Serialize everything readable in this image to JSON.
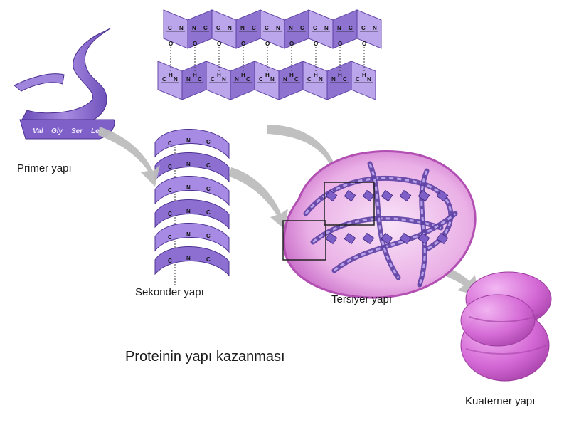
{
  "diagram": {
    "caption": "Proteinin yapı kazanması",
    "labels": {
      "primary": "Primer yapı",
      "secondary": "Sekonder yapı",
      "tertiary": "Tersiyer yapı",
      "quaternary": "Kuaterner yapı"
    },
    "amino_acids": [
      "Val",
      "Gly",
      "Ser",
      "Leu"
    ],
    "atoms": {
      "carbon": "C",
      "nitrogen": "N",
      "hydrogen": "H",
      "oxygen": "O"
    },
    "colors": {
      "ribbon": "#8f6fd0",
      "ribbon_dark": "#5b3fa3",
      "ribbon_light": "#c3aef0",
      "envelope": "#e49be0",
      "envelope_edge": "#b24fb2",
      "quaternary": "#cf5fd1",
      "arrow": "#b9b9b9"
    }
  }
}
